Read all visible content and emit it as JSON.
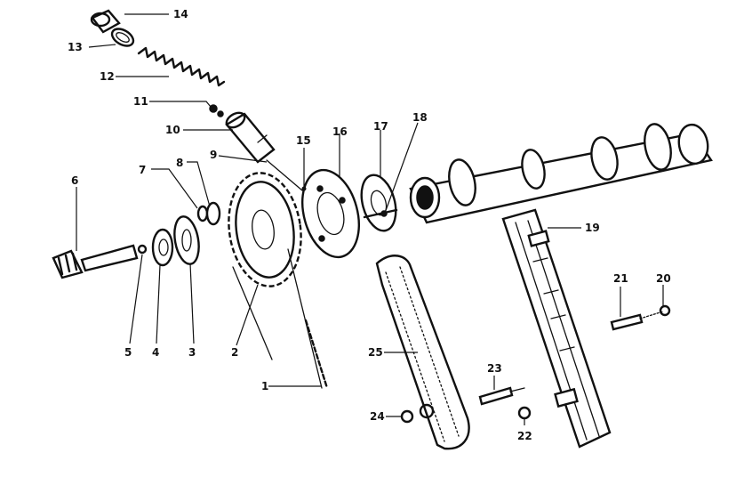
{
  "callouts": [
    {
      "id": "c14",
      "label": "14"
    },
    {
      "id": "c13",
      "label": "13"
    },
    {
      "id": "c12",
      "label": "12"
    },
    {
      "id": "c11",
      "label": "11"
    },
    {
      "id": "c10",
      "label": "10"
    },
    {
      "id": "c9",
      "label": "9"
    },
    {
      "id": "c15",
      "label": "15"
    },
    {
      "id": "c16",
      "label": "16"
    },
    {
      "id": "c17",
      "label": "17"
    },
    {
      "id": "c18",
      "label": "18"
    },
    {
      "id": "c7",
      "label": "7"
    },
    {
      "id": "c8",
      "label": "8"
    },
    {
      "id": "c6",
      "label": "6"
    },
    {
      "id": "c19",
      "label": "19"
    },
    {
      "id": "c21",
      "label": "21"
    },
    {
      "id": "c20",
      "label": "20"
    },
    {
      "id": "c5",
      "label": "5"
    },
    {
      "id": "c4",
      "label": "4"
    },
    {
      "id": "c3",
      "label": "3"
    },
    {
      "id": "c2",
      "label": "2"
    },
    {
      "id": "c25",
      "label": "25"
    },
    {
      "id": "c23",
      "label": "23"
    },
    {
      "id": "c1",
      "label": "1"
    },
    {
      "id": "c24",
      "label": "24"
    },
    {
      "id": "c22",
      "label": "22"
    }
  ]
}
